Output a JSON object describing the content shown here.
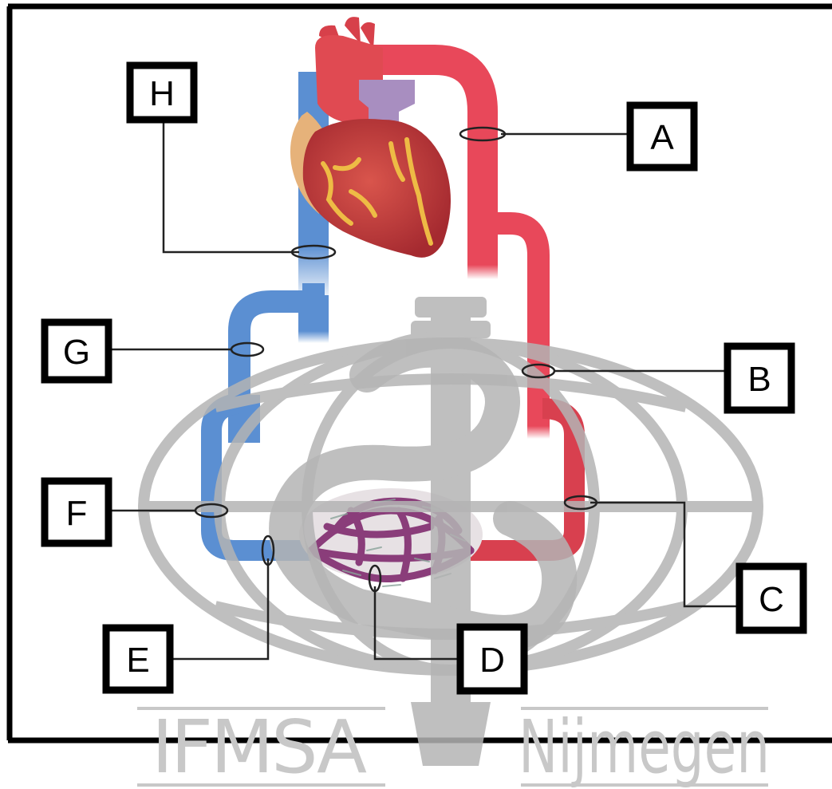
{
  "diagram": {
    "labels": {
      "A": "A",
      "B": "B",
      "C": "C",
      "D": "D",
      "E": "E",
      "F": "F",
      "G": "G",
      "H": "H"
    },
    "watermark": {
      "left_text": "IFMSA",
      "right_text": "Nijmegen"
    },
    "colors": {
      "artery": "#e8485a",
      "artery_dark": "#c8303f",
      "vein": "#5b8fd2",
      "capillary": "#8a3d7a",
      "heart": "#c0303a",
      "watermark": "#b4b4b4",
      "frame": "#000000"
    }
  }
}
